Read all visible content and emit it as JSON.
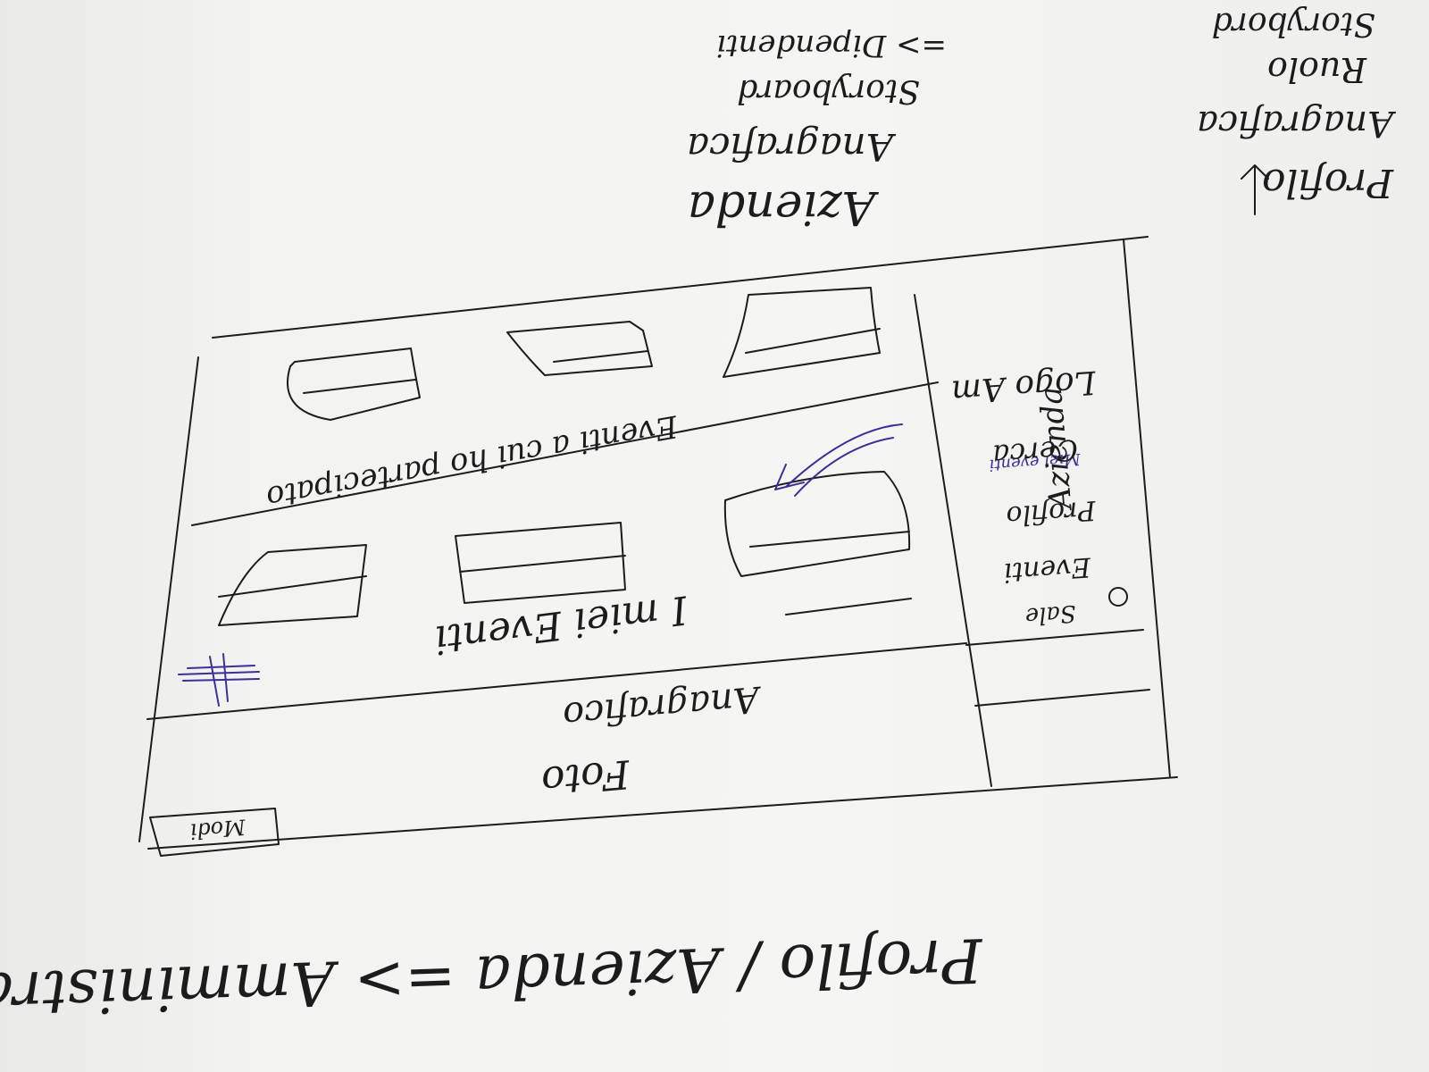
{
  "top_right_notes": {
    "line1": "Profilo",
    "line2": "Anagrafica",
    "line3": "Ruolo",
    "line4": "Storybord"
  },
  "top_center_notes": {
    "line1": "Azienda",
    "line2": "Anagrafica",
    "line3": "Storyboard",
    "line4": "=> Dipendenti"
  },
  "sidebar": {
    "title": "Azienda",
    "annotation": "Miei eventi",
    "items": [
      "Sale",
      "Eventi",
      "Profilo",
      "Cerca",
      "Logo Am"
    ]
  },
  "main": {
    "section1_title": "Eventi a cui ho partecipato",
    "section2_title": "I miei Eventi",
    "profile_title": "Anagrafico",
    "photo_label": "Foto",
    "button_label": "Modi"
  },
  "bottom_caption": "Profilo / Azienda => Amministratore"
}
